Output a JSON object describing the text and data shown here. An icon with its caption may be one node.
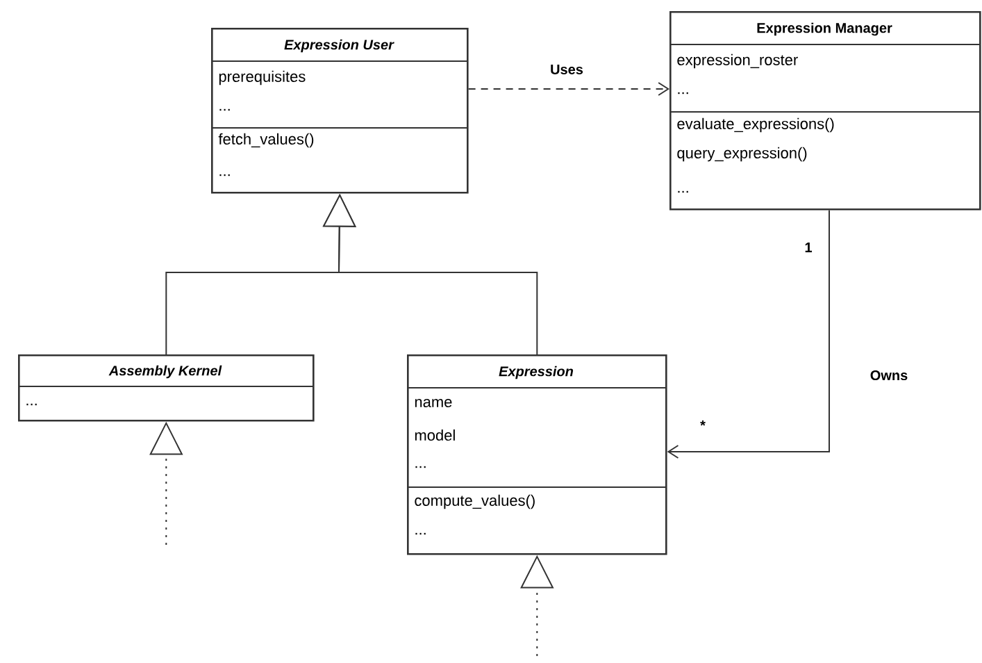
{
  "diagram": {
    "nodes": [
      {
        "text": [
          "Expression User",
          "prerequisites",
          "...",
          "fetch_values()",
          "..."
        ]
      },
      {
        "text": [
          "Expression Manager",
          "expression_roster",
          "...",
          "evaluate_expressions()",
          "query_expression()",
          "..."
        ]
      },
      {
        "text": [
          "Assembly Kernel",
          "..."
        ]
      },
      {
        "text": [
          "Expression",
          "name",
          "model",
          "...",
          "compute_values()",
          "..."
        ]
      }
    ],
    "edges": [
      {
        "from": 0,
        "to": 1,
        "arrow": "to",
        "label": "Uses",
        "style": "dashed"
      },
      {
        "from": 2,
        "to": 0,
        "arrow": "to"
      },
      {
        "from": 3,
        "to": 0,
        "arrow": "to"
      },
      {
        "from": 1,
        "to": 3,
        "arrow": "to",
        "label": "Owns"
      },
      {
        "from": null,
        "to": 2,
        "arrow": "to",
        "style": "dashed"
      },
      {
        "from": null,
        "to": 3,
        "arrow": "to",
        "style": "dashed"
      }
    ],
    "labels": [
      "1",
      "*"
    ]
  }
}
